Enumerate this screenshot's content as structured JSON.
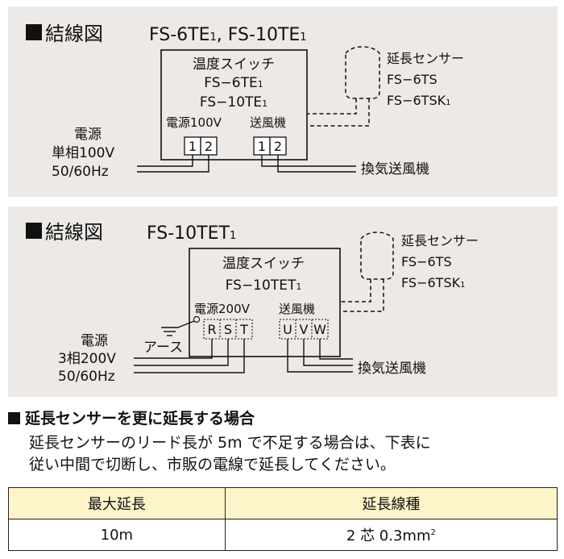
{
  "diagram1": {
    "heading": "結線図",
    "models_a": "FS-6TE",
    "models_a_sub": "1",
    "models_sep": ", FS-10TE",
    "models_b_sub": "1",
    "box_title": "温度スイッチ",
    "box_model1": "FS−6TE",
    "box_model1_sub": "1",
    "box_model2": "FS−10TE",
    "box_model2_sub": "1",
    "power_label": "電源100V",
    "fan_label": "送風機",
    "terminals_power": [
      "1",
      "2"
    ],
    "terminals_fan": [
      "1",
      "2"
    ],
    "supply_lines": [
      "電源",
      "単相100V",
      "50/60Hz"
    ],
    "fan_output": "換気送風機",
    "sensor_title": "延長センサー",
    "sensor_model1": "FS−6TS",
    "sensor_model2": "FS−6TSK",
    "sensor_model2_sub": "1"
  },
  "diagram2": {
    "heading": "結線図",
    "model": "FS-10TET",
    "model_sub": "1",
    "box_title": "温度スイッチ",
    "box_model": "FS−10TET",
    "box_model_sub": "1",
    "power_label": "電源200V",
    "fan_label": "送風機",
    "terminals_power": [
      "R",
      "S",
      "T"
    ],
    "terminals_fan": [
      "U",
      "V",
      "W"
    ],
    "ground_label": "アース",
    "supply_lines": [
      "電源",
      "3相200V",
      "50/60Hz"
    ],
    "fan_output": "換気送風機",
    "sensor_title": "延長センサー",
    "sensor_model1": "FS−6TS",
    "sensor_model2": "FS−6TSK",
    "sensor_model2_sub": "1"
  },
  "extension": {
    "heading": "延長センサーを更に延長する場合",
    "body_line1": "延長センサーのリード長が 5m で不足する場合は、下表に",
    "body_line2": "従い中間で切断し、市販の電線で延長してください。",
    "table_headers": [
      "最大延長",
      "延長線種"
    ],
    "table_row": [
      "10m",
      "2 芯 0.3mm"
    ],
    "unit_superscript": "2"
  }
}
